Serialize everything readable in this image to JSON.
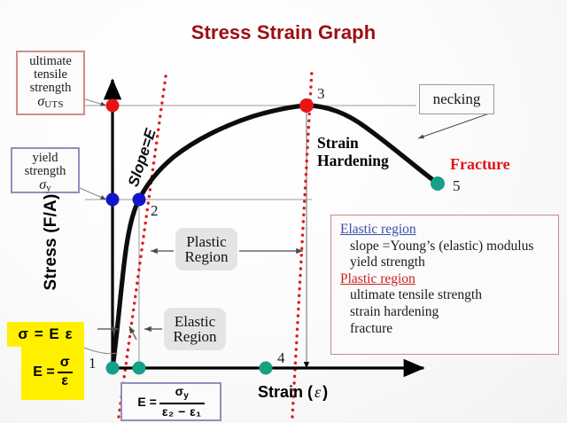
{
  "title": "Stress Strain Graph",
  "axes": {
    "y_label": "Stress (F/A)",
    "x_label_text": "Strain (",
    "x_label_symbol": "ε",
    "x_label_close": ")"
  },
  "callouts": {
    "uts": {
      "line1": "ultimate",
      "line2": "tensile",
      "line3": "strength",
      "symbol": "σ",
      "subscript": "UTS",
      "border_color": "#cf8d8d"
    },
    "yield": {
      "line1": "yield",
      "line2": "strength",
      "symbol": "σ",
      "subscript": "y",
      "border_color": "#8f90bf"
    },
    "necking": {
      "label": "necking"
    }
  },
  "regions": {
    "plastic": {
      "line1": "Plastic",
      "line2": "Region"
    },
    "elastic": {
      "line1": "Elastic",
      "line2": "Region"
    }
  },
  "annotations": {
    "slope": "Slope=E",
    "strain_hardening_line1": "Strain",
    "strain_hardening_line2": "Hardening",
    "fracture": "Fracture",
    "fracture_color": "#e11515"
  },
  "formulas": {
    "hookes_law": "σ = E ε",
    "modulus_label": "E =",
    "modulus_numerator": "σ",
    "modulus_denominator": "ε",
    "ebox_label": "E =",
    "ebox_numerator": "σ",
    "ebox_numerator_sub": "y",
    "ebox_denominator": "ε₂  − ε₁",
    "highlight_color": "#fff000"
  },
  "info_panel": {
    "elastic_header": "Elastic region",
    "elastic_items": [
      "slope =Young’s (elastic) modulus",
      "yield strength"
    ],
    "plastic_header": "Plastic region",
    "plastic_items": [
      "ultimate tensile strength",
      "strain hardening",
      "fracture"
    ],
    "elastic_header_color": "#3b4fa8",
    "plastic_header_color": "#cc1f1f",
    "border_color": "#c98b8b"
  },
  "point_labels": {
    "p1": "1",
    "p2": "2",
    "p3": "3",
    "p4": "4",
    "p5": "5"
  },
  "chart_data": {
    "type": "line",
    "title": "Stress Strain Graph",
    "xlabel": "Strain ( ε )",
    "ylabel": "Stress (F/A)",
    "grid": false,
    "legend": "none",
    "description": "Engineering stress-strain curve for a ductile metal: linear elastic rise to yield point, strain hardening to ultimate tensile strength, then necking down to fracture.",
    "markers": [
      {
        "id": "1",
        "label": "1",
        "role": "origin",
        "color": "#16a085",
        "x": 0.0,
        "y": 0.0
      },
      {
        "id": "2",
        "label": "2",
        "role": "yield-point",
        "color": "#1414c8",
        "x": 0.08,
        "y": 0.52
      },
      {
        "id": "3",
        "label": "3",
        "role": "ultimate-tensile-strength",
        "color": "#e81414",
        "x": 0.59,
        "y": 1.0
      },
      {
        "id": "4",
        "label": "4",
        "role": "strain-axis-reference",
        "color": "#16a085",
        "x": 0.47,
        "y": 0.0
      },
      {
        "id": "5",
        "label": "5",
        "role": "fracture",
        "color": "#16a085",
        "x": 0.99,
        "y": 0.7
      }
    ],
    "reference_markers": [
      {
        "id": "sigma_uts",
        "role": "ultimate-tensile-strength-on-axis",
        "color": "#e81414",
        "x": 0.0,
        "y": 1.0
      },
      {
        "id": "sigma_y",
        "role": "yield-strength-on-axis",
        "color": "#1414c8",
        "x": 0.0,
        "y": 0.52
      },
      {
        "id": "epsilon_1",
        "role": "strain-offset-origin",
        "color": "#16a085",
        "x": 0.08,
        "y": 0.0
      }
    ],
    "curve_points": [
      {
        "x": 0.0,
        "y": 0.0
      },
      {
        "x": 0.02,
        "y": 0.13
      },
      {
        "x": 0.04,
        "y": 0.265
      },
      {
        "x": 0.06,
        "y": 0.4
      },
      {
        "x": 0.075,
        "y": 0.49
      },
      {
        "x": 0.09,
        "y": 0.56
      },
      {
        "x": 0.115,
        "y": 0.65
      },
      {
        "x": 0.15,
        "y": 0.74
      },
      {
        "x": 0.2,
        "y": 0.82
      },
      {
        "x": 0.27,
        "y": 0.89
      },
      {
        "x": 0.35,
        "y": 0.935
      },
      {
        "x": 0.45,
        "y": 0.975
      },
      {
        "x": 0.53,
        "y": 0.995
      },
      {
        "x": 0.59,
        "y": 1.0
      },
      {
        "x": 0.66,
        "y": 0.99
      },
      {
        "x": 0.74,
        "y": 0.955
      },
      {
        "x": 0.82,
        "y": 0.895
      },
      {
        "x": 0.9,
        "y": 0.815
      },
      {
        "x": 0.96,
        "y": 0.745
      },
      {
        "x": 0.99,
        "y": 0.7
      }
    ],
    "guide_lines": [
      {
        "name": "elastic-slope-line",
        "style": "dotted",
        "color": "#e01b1b"
      },
      {
        "name": "uts-strain-line",
        "style": "dotted",
        "color": "#e01b1b"
      },
      {
        "name": "sigma-uts-level",
        "style": "solid-thin",
        "color": "#8c8c8c"
      },
      {
        "name": "sigma-y-level",
        "style": "solid-thin",
        "color": "#8c8c8c"
      }
    ]
  }
}
